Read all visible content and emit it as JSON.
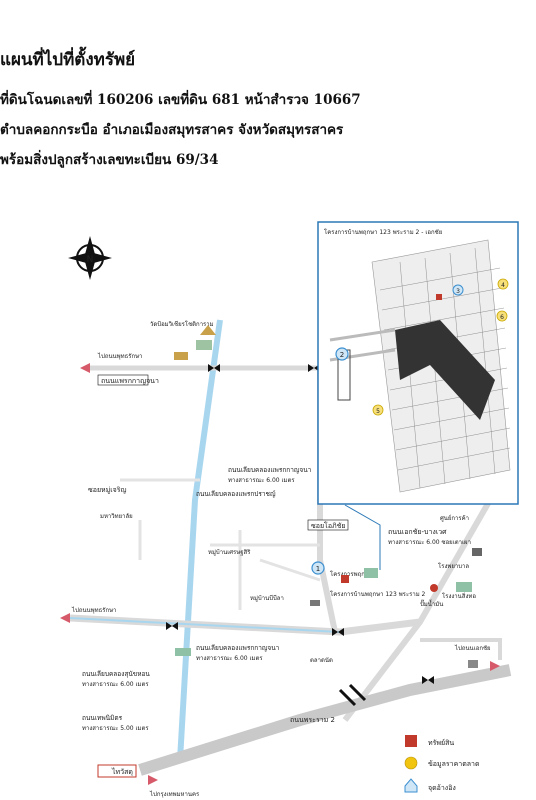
{
  "title": {
    "line1": "แผนที่ไปที่ตั้งทรัพย์",
    "line2": "ที่ดินโฉนดเลขที่ 160206 เลขที่ดิน 681 หน้าสำรวจ 10667",
    "line3": "ตำบลคอกกระบือ อำเภอเมืองสมุทรสาคร จังหวัดสมุทรสาคร",
    "line4": "พร้อมสิ่งปลูกสร้างเลขทะเบียน 69/34"
  },
  "map": {
    "compass_letter": "N",
    "inset_caption": "โครงการบ้านพฤกษา 123 พระราม 2 - เอกชัย",
    "roads": {
      "top_left_road": "ถนนแพรกกาญจนา",
      "top_left_dest": "ไปถนนพุทธรักษา",
      "canal_road": "ถนนเลียบคลองแพรกกาญจนา",
      "canal_road_width": "ทางสาธารณะ 6.00 เมตร",
      "canal_road_2": "ถนนเลียบคลองแพรกปราชญ์",
      "soi_left": "ซอยหมู่เจริญ",
      "soi_main": "ซอยโอภิชัย",
      "right_road": "ถนนเอกชัย-บางเวศ",
      "right_road_width": "ทางสาธารณะ 6.00 ซอยเตาเผา",
      "mid_left_dest": "ไปถนนพุทธรักษา",
      "mid_canal": "ถนนเลียบคลองแพรกกาญจนา",
      "mid_canal_width": "ทางสาธารณะ 6.00 เมตร",
      "lower_left": "ถนนเลียบคลองสุนัขหอน",
      "lower_left_width": "ทางสาธารณะ 6.00 เมตร",
      "bottom_left": "ถนนเทพนิมิตร",
      "bottom_left_width": "ทางสาธารณะ 5.00 เมตร",
      "main_highway": "ถนนพระราม 2",
      "bottom_dest": "ไปกรุงเทพมหานคร",
      "right_dest": "ไปถนนเอกชัย"
    },
    "places": {
      "temple": "วัดป้อมวิเชียรโชติการาม",
      "school_left": "มหาวิทยาลัย",
      "village_1": "หมู่บ้านเศรษฐสิริ",
      "village_2": "หมู่บ้านบีบีลา",
      "village_3": "โครงการพฤกษา",
      "village_4": "โครงการบ้านพฤกษา 123 พระราม 2",
      "hospital": "โรงพยาบาล",
      "market": "ตลาดนัด",
      "fuel": "ปั๊มน้ำมัน",
      "factory_right": "โรงงานสิ่งทอ",
      "shop_right": "ศูนย์การค้า",
      "bottom_left_shop": "ไทวัสดุ"
    },
    "markers": [
      "1",
      "2",
      "3",
      "4",
      "5",
      "6"
    ],
    "colors": {
      "road": "#d9d9d9",
      "canal": "#a9d6ef",
      "main_road": "#c9c9c9",
      "inset_border": "#2c79b7",
      "marker": "#3b8fd0",
      "legend_property": "#c0392b",
      "legend_info": "#f1c40f",
      "legend_point": "#3b8fd0"
    }
  },
  "legend": [
    {
      "icon": "red-square",
      "label": "ทรัพย์สิน"
    },
    {
      "icon": "yellow-circle",
      "label": "ข้อมูลราคาตลาด"
    },
    {
      "icon": "blue-house",
      "label": "จุดอ้างอิง"
    }
  ]
}
